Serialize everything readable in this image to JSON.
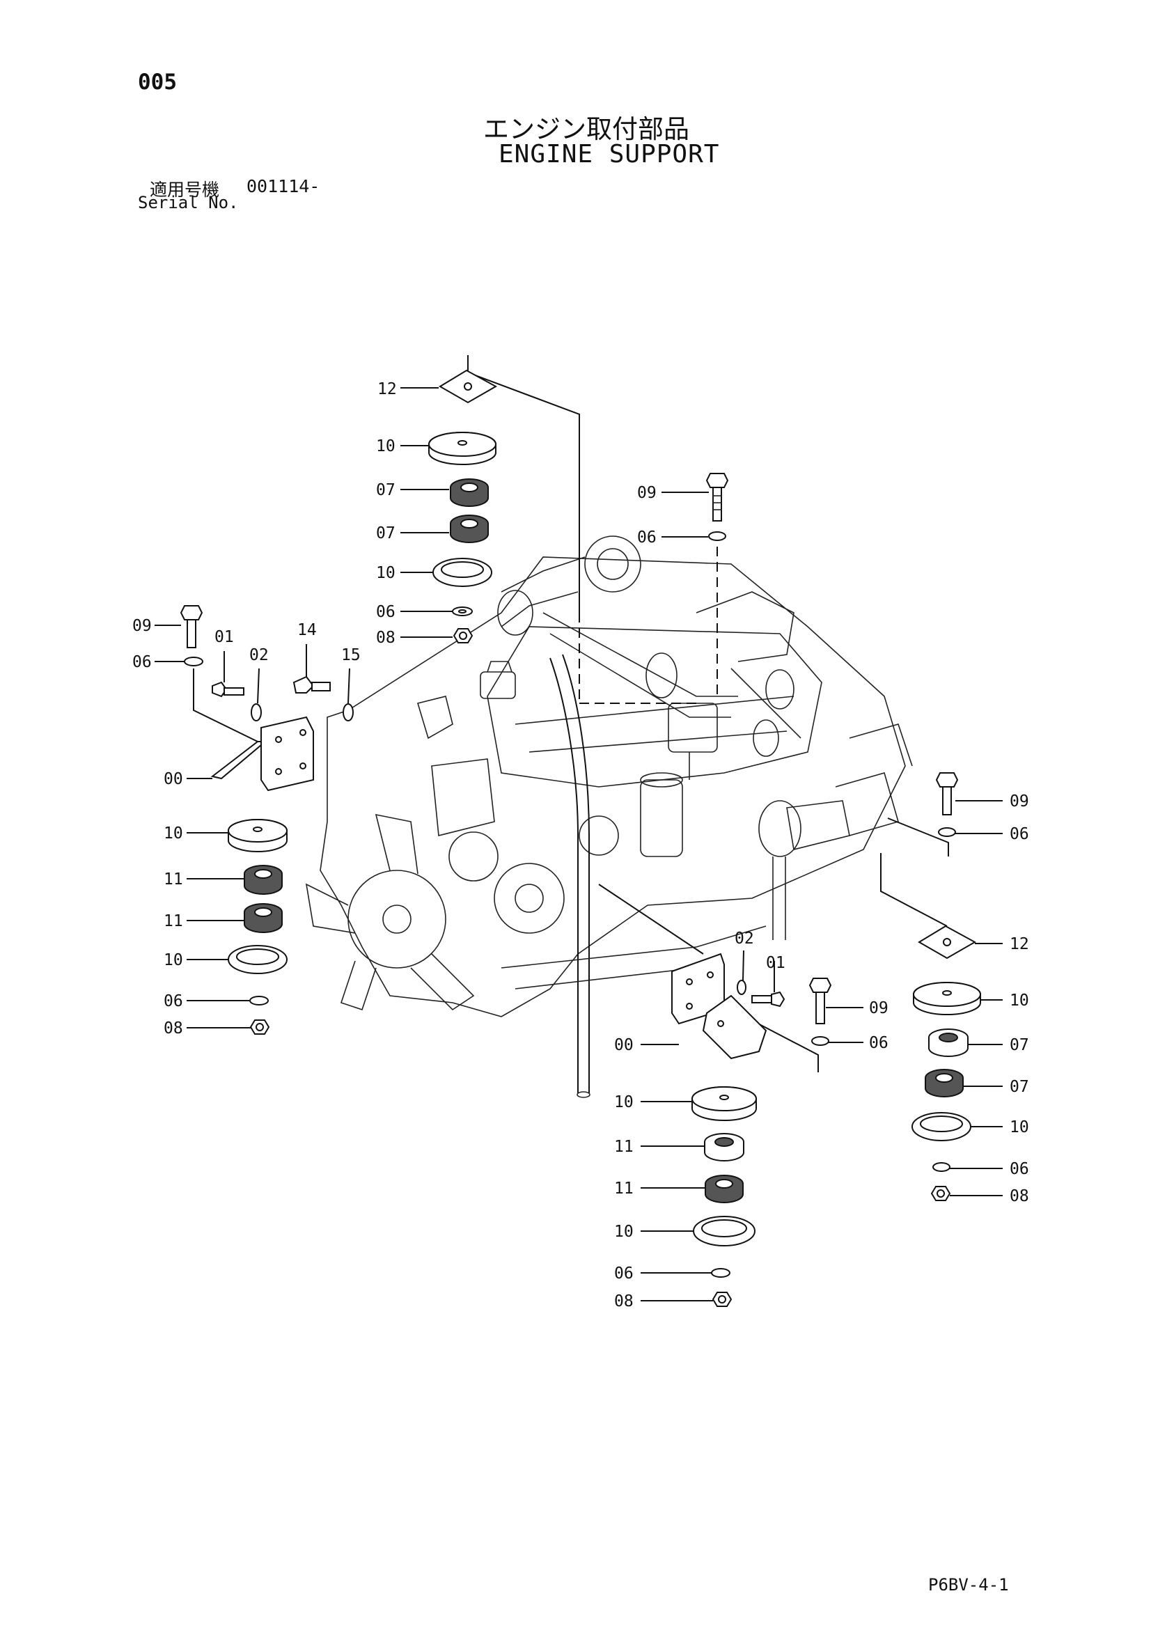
{
  "header": {
    "page_number": "005",
    "title_jp": "エンジン取付部品",
    "title_en": "ENGINE SUPPORT",
    "serial_label_jp": "適用号機",
    "serial_value": "001114-",
    "serial_label_en": "Serial No."
  },
  "callouts": {
    "c00": "00",
    "c01": "01",
    "c02": "02",
    "c06": "06",
    "c07": "07",
    "c08": "08",
    "c09": "09",
    "c10": "10",
    "c11": "11",
    "c12": "12",
    "c14": "14",
    "c15": "15"
  },
  "footer": {
    "drawing_code": "P6BV-4-1"
  }
}
